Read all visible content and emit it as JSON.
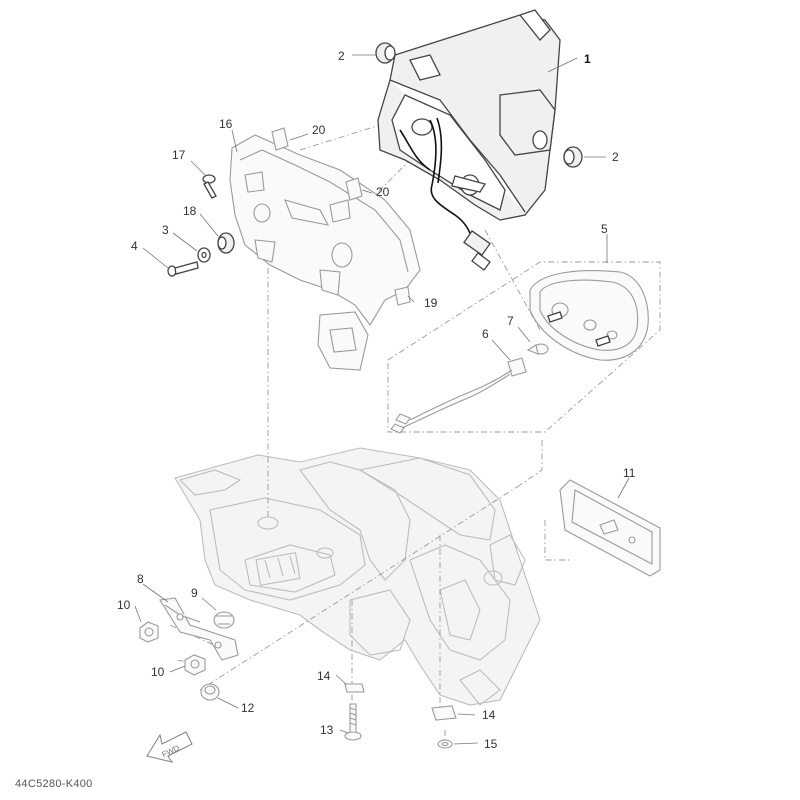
{
  "callouts": [
    {
      "id": "c1",
      "text": "1"
    },
    {
      "id": "c2a",
      "text": "2"
    },
    {
      "id": "c2b",
      "text": "2"
    },
    {
      "id": "c3",
      "text": "3"
    },
    {
      "id": "c4",
      "text": "4"
    },
    {
      "id": "c5",
      "text": "5"
    },
    {
      "id": "c6",
      "text": "6"
    },
    {
      "id": "c7",
      "text": "7"
    },
    {
      "id": "c8",
      "text": "8"
    },
    {
      "id": "c9",
      "text": "9"
    },
    {
      "id": "c10a",
      "text": "10"
    },
    {
      "id": "c10b",
      "text": "10"
    },
    {
      "id": "c11",
      "text": "11"
    },
    {
      "id": "c12",
      "text": "12"
    },
    {
      "id": "c13",
      "text": "13"
    },
    {
      "id": "c14a",
      "text": "14"
    },
    {
      "id": "c14b",
      "text": "14"
    },
    {
      "id": "c15",
      "text": "15"
    },
    {
      "id": "c16",
      "text": "16"
    },
    {
      "id": "c17",
      "text": "17"
    },
    {
      "id": "c18",
      "text": "18"
    },
    {
      "id": "c19",
      "text": "19"
    },
    {
      "id": "c20a",
      "text": "20"
    },
    {
      "id": "c20b",
      "text": "20"
    }
  ],
  "fwd_label": "FWD",
  "diagram_code": "44C5280-K400",
  "colors": {
    "line": "#444444",
    "ghost": "#bdbdbd",
    "text": "#333333"
  }
}
